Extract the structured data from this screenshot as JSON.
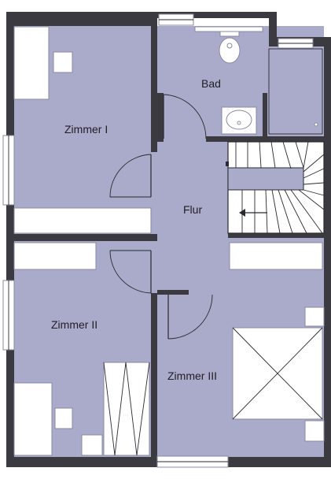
{
  "rooms": {
    "zimmer1": "Zimmer I",
    "bad": "Bad",
    "flur": "Flur",
    "zimmer2": "Zimmer II",
    "zimmer3": "Zimmer III"
  },
  "colors": {
    "floor": "#aaaacb",
    "wall": "#3a3a40",
    "furniture": "#ffffff"
  }
}
